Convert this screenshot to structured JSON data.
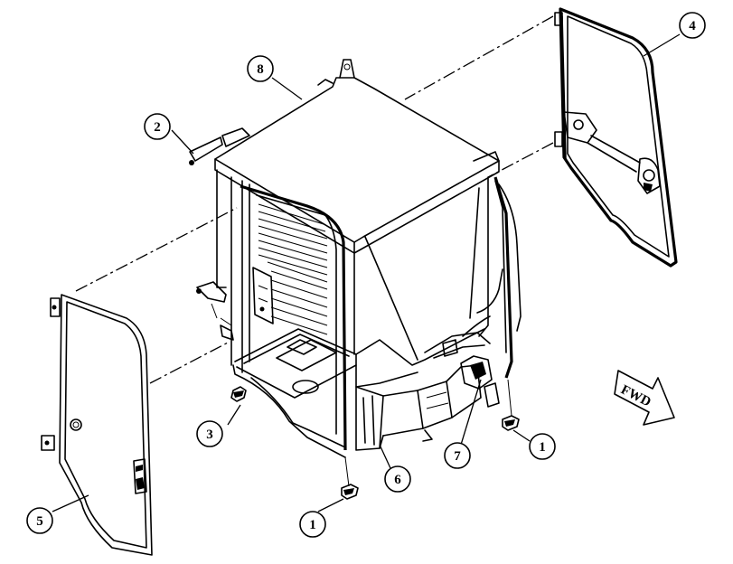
{
  "callouts": [
    {
      "label": "1"
    },
    {
      "label": "1"
    },
    {
      "label": "2"
    },
    {
      "label": "3"
    },
    {
      "label": "4"
    },
    {
      "label": "5"
    },
    {
      "label": "6"
    },
    {
      "label": "7"
    },
    {
      "label": "8"
    }
  ],
  "direction_arrow": {
    "label": "FWD"
  }
}
